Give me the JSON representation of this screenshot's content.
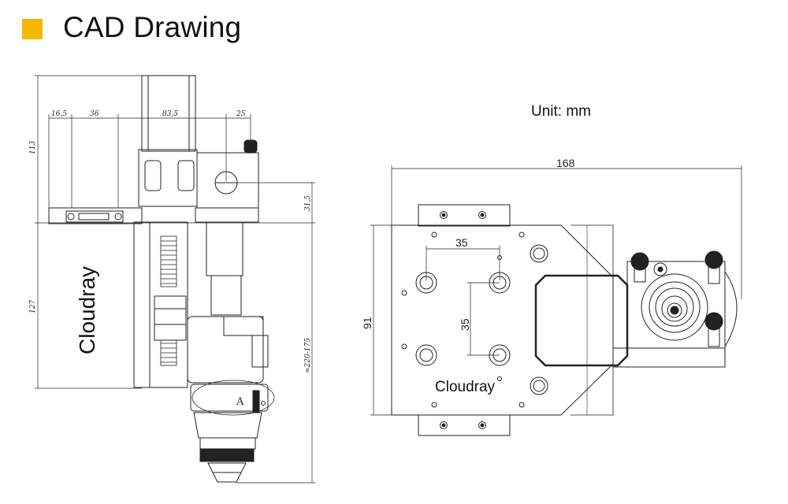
{
  "header": {
    "title": "CAD Drawing",
    "accent_color": "#f5b800"
  },
  "unit_label": "Unit: mm",
  "side_view": {
    "dimensions": {
      "d16_5": "16,5",
      "d36": "36",
      "d83_5": "83,5",
      "d25": "25",
      "d113": "113",
      "d31_5": "31,5",
      "d127": "127",
      "d220_175": "≈220-175"
    },
    "brand": "Cloudray",
    "callout": "A"
  },
  "top_view": {
    "dimensions": {
      "width": "168",
      "height": "91",
      "hole_spacing_x": "35",
      "hole_spacing_y": "35"
    },
    "brand": "Cloudray"
  }
}
